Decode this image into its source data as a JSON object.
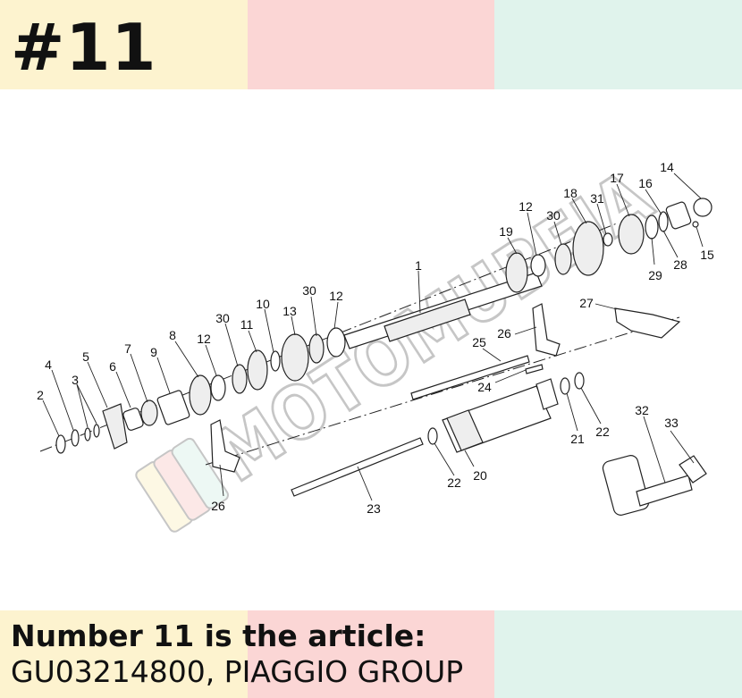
{
  "header": {
    "number": "#11"
  },
  "colors": {
    "band_yellow": "#fdf3cf",
    "band_pink": "#fbd6d5",
    "band_mint": "#e0f3ec",
    "watermark": "#9a9a9a"
  },
  "watermark": {
    "text": "MOTOMUBEIA"
  },
  "diagram": {
    "callouts": [
      "1",
      "2",
      "3",
      "4",
      "5",
      "6",
      "7",
      "8",
      "9",
      "10",
      "11",
      "12",
      "12",
      "12",
      "13",
      "14",
      "15",
      "16",
      "17",
      "18",
      "19",
      "20",
      "21",
      "22",
      "22",
      "23",
      "24",
      "25",
      "26",
      "26",
      "27",
      "28",
      "29",
      "30",
      "30",
      "30",
      "31",
      "32",
      "33"
    ]
  },
  "footer": {
    "line1": "Number 11 is the article:",
    "line2": "GU03214800, PIAGGIO GROUP"
  }
}
